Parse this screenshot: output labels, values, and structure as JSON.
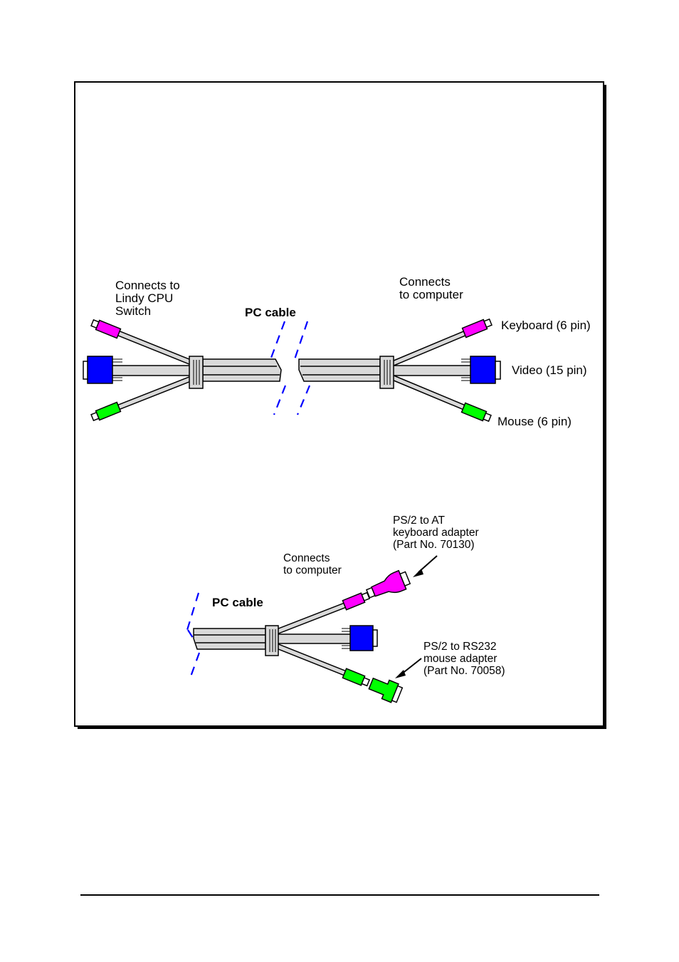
{
  "top_diagram": {
    "left_label": [
      "Connects to",
      "Lindy CPU",
      "Switch"
    ],
    "cable_label": "PC cable",
    "right_label": [
      "Connects",
      "to computer"
    ],
    "keyboard_label": "Keyboard (6 pin)",
    "video_label": "Video (15 pin)",
    "mouse_label": "Mouse (6 pin)"
  },
  "bottom_diagram": {
    "cable_label": "PC cable",
    "connects_label": [
      "Connects",
      "to computer"
    ],
    "keyboard_adapter_label": [
      "PS/2 to AT",
      "keyboard adapter",
      "(Part No. 70130)"
    ],
    "mouse_adapter_label": [
      "PS/2 to RS232",
      "mouse adapter",
      "(Part No. 70058)"
    ]
  },
  "colors": {
    "keyboard": "#ff00ff",
    "video": "#0000ff",
    "mouse": "#00ff00",
    "cable": "#d9d9d9",
    "break_marks": "#0000ff"
  }
}
